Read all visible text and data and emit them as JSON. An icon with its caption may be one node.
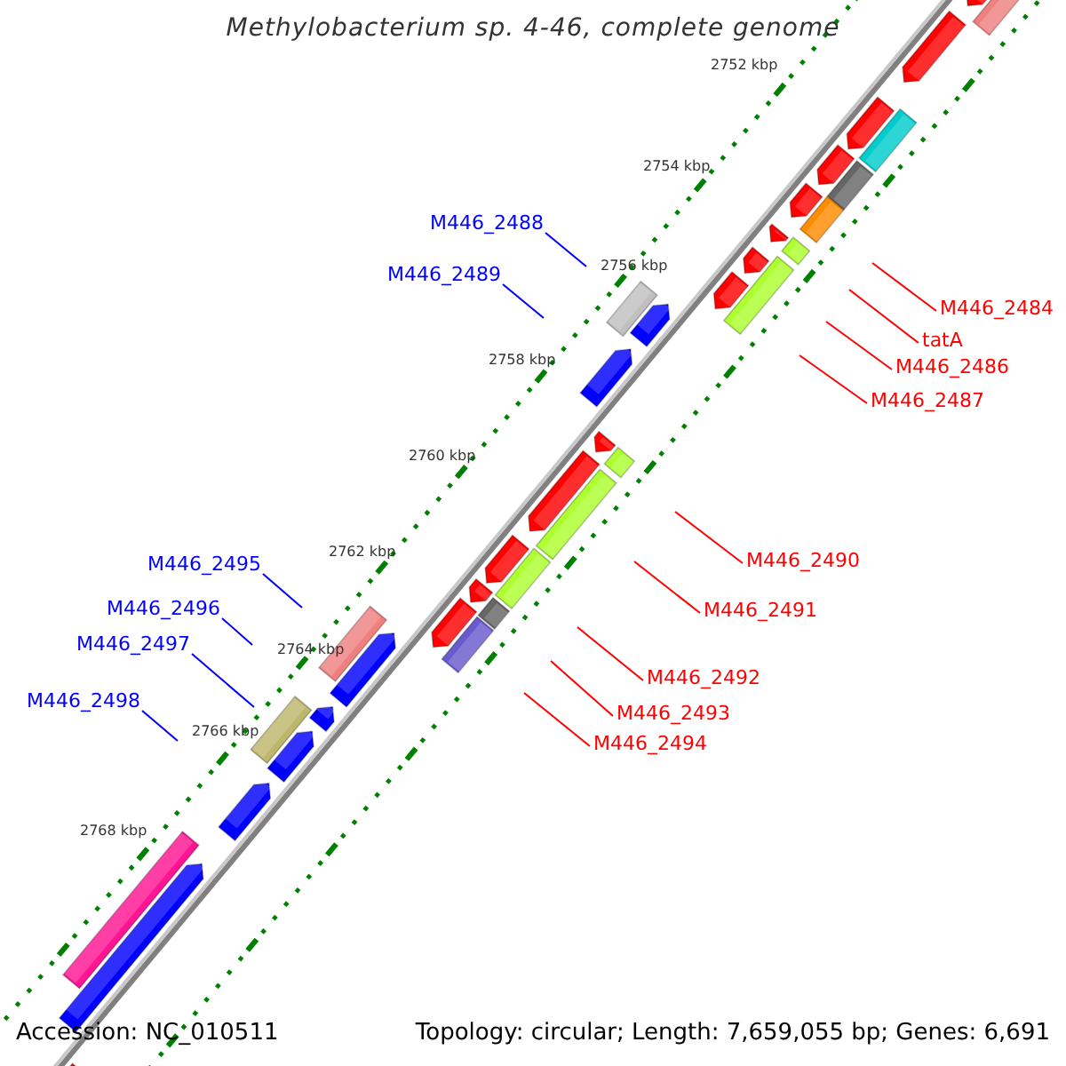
{
  "diagram": {
    "title": "Methylobacterium sp. 4-46, complete genome",
    "nodes": [
      {
        "text": [
          "M446_2484"
        ]
      },
      {
        "text": [
          "tatA"
        ]
      },
      {
        "text": [
          "M446_2486"
        ]
      },
      {
        "text": [
          "M446_2487"
        ]
      },
      {
        "text": [
          "M446_2488"
        ]
      },
      {
        "text": [
          "M446_2489"
        ]
      },
      {
        "text": [
          "M446_2490"
        ]
      },
      {
        "text": [
          "M446_2491"
        ]
      },
      {
        "text": [
          "M446_2492"
        ]
      },
      {
        "text": [
          "M446_2493"
        ]
      },
      {
        "text": [
          "M446_2494"
        ]
      },
      {
        "text": [
          "M446_2495"
        ]
      },
      {
        "text": [
          "M446_2496"
        ]
      },
      {
        "text": [
          "M446_2497"
        ]
      },
      {
        "text": [
          "M446_2498"
        ]
      }
    ],
    "edges": [
      {
        "from": 0,
        "to": null,
        "arrow": "none"
      },
      {
        "from": 1,
        "to": null,
        "arrow": "none"
      },
      {
        "from": 2,
        "to": null,
        "arrow": "none"
      },
      {
        "from": 3,
        "to": null,
        "arrow": "none"
      },
      {
        "from": 4,
        "to": null,
        "arrow": "none",
        "color": "#0000ff"
      },
      {
        "from": 5,
        "to": null,
        "arrow": "none",
        "color": "#0000ff"
      },
      {
        "from": 6,
        "to": null,
        "arrow": "none"
      },
      {
        "from": 7,
        "to": null,
        "arrow": "none"
      },
      {
        "from": 8,
        "to": null,
        "arrow": "none"
      },
      {
        "from": 9,
        "to": null,
        "arrow": "none"
      },
      {
        "from": 10,
        "to": null,
        "arrow": "none"
      },
      {
        "from": 11,
        "to": null,
        "arrow": "none",
        "color": "#0000ff"
      },
      {
        "from": 12,
        "to": null,
        "arrow": "none",
        "color": "#0000ff"
      },
      {
        "from": 13,
        "to": null,
        "arrow": "none",
        "color": "#0000ff"
      },
      {
        "from": 14,
        "to": null,
        "arrow": "none",
        "color": "#0000ff"
      }
    ],
    "labels": [
      "2752 kbp",
      "2754 kbp",
      "2756 kbp",
      "2758 kbp",
      "2760 kbp",
      "2762 kbp",
      "2764 kbp",
      "2766 kbp",
      "2768 kbp",
      "Accession: NC_010511",
      "Topology: circular; Length: 7,659,055 bp; Genes: 6,691"
    ]
  }
}
